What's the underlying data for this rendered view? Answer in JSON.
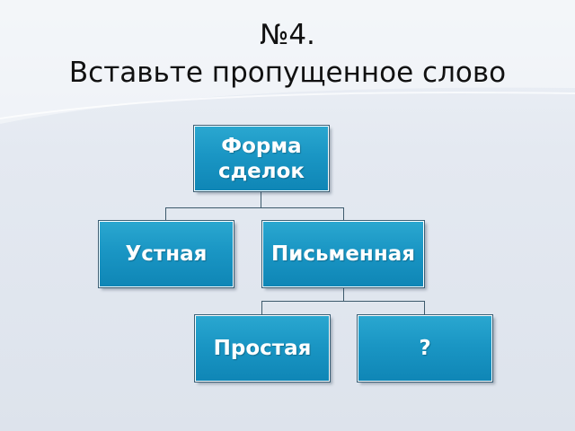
{
  "slide": {
    "title_number": "№4.",
    "title_text": "Вставьте пропущенное слово"
  },
  "diagram": {
    "root": {
      "label": "Форма\nсделок"
    },
    "level1": [
      {
        "label": "Устная"
      },
      {
        "label": "Письменная"
      }
    ],
    "level2": [
      {
        "label": "Простая"
      },
      {
        "label": "?"
      }
    ]
  },
  "colors": {
    "node_fill": "#1a96c4",
    "node_text": "#ffffff",
    "connector": "#3d5a6c",
    "background": "#e4e9f1"
  }
}
